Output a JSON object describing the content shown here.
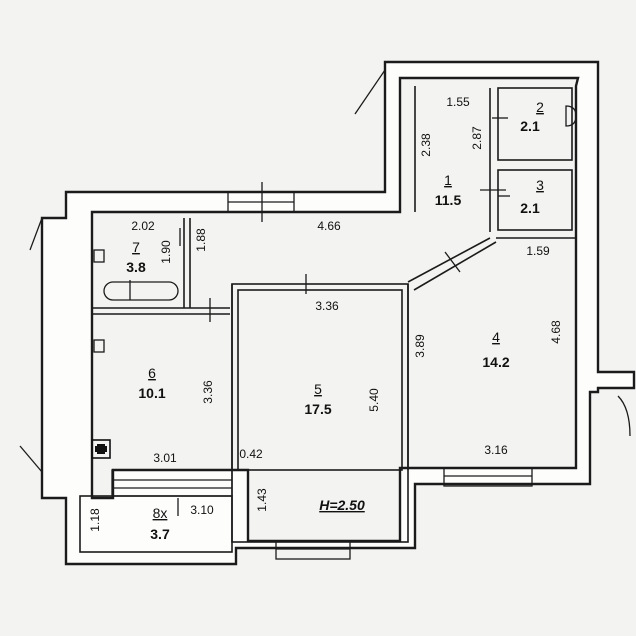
{
  "rooms": [
    {
      "number": "1",
      "area": "11.5"
    },
    {
      "number": "2",
      "area": "2.1"
    },
    {
      "number": "3",
      "area": "2.1"
    },
    {
      "number": "4",
      "area": "14.2"
    },
    {
      "number": "5",
      "area": "17.5"
    },
    {
      "number": "6",
      "area": "10.1"
    },
    {
      "number": "7",
      "area": "3.8"
    },
    {
      "number": "8x",
      "area": "3.7"
    }
  ],
  "dimensions": {
    "d_1_55": "1.55",
    "d_2_38": "2.38",
    "d_2_87": "2.87",
    "d_4_66": "4.66",
    "d_2_02": "2.02",
    "d_1_90": "1.90",
    "d_1_88": "1.88",
    "d_3_36_top": "3.36",
    "d_3_36_left": "3.36",
    "d_1_59": "1.59",
    "d_3_89": "3.89",
    "d_4_68": "4.68",
    "d_5_40": "5.40",
    "d_0_42": "0.42",
    "d_3_01": "3.01",
    "d_3_10": "3.10",
    "d_1_18": "1.18",
    "d_1_43": "1.43",
    "d_3_16": "3.16"
  },
  "ceiling_height": "H=2.50"
}
